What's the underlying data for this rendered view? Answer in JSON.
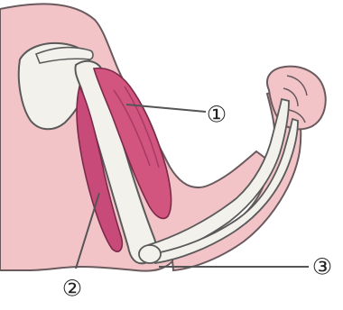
{
  "diagram": {
    "labels": [
      {
        "id": "1",
        "text": "①"
      },
      {
        "id": "2",
        "text": "②"
      },
      {
        "id": "3",
        "text": "③"
      }
    ]
  },
  "colors": {
    "skin": "#f2c4c8",
    "skin_outline": "#6a5a5e",
    "bone": "#f3f1ec",
    "bone_outline": "#5a5a5a",
    "muscle": "#d2557f",
    "muscle_dark": "#a63a64",
    "leader_line": "#555555"
  }
}
